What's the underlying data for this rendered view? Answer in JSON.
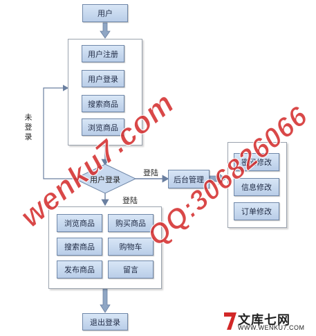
{
  "nodes": {
    "user": "用户",
    "register": "用户注册",
    "user_login": "用户登录",
    "search_top": "搜索商品",
    "browse_top": "浏览商品",
    "decision": "用户登录",
    "backend": "后台管理",
    "pwd_change": "密码修改",
    "info_change": "信息修改",
    "order_change": "订单修改",
    "browse": "浏览商品",
    "buy": "购买商品",
    "search": "搜索商品",
    "cart": "购物车",
    "publish": "发布商品",
    "message": "留言",
    "logout": "退出登录"
  },
  "labels": {
    "not_logged_in": "未登录",
    "login_right": "登陆",
    "login_down": "登陆"
  },
  "watermark": {
    "site": "wenku7.com",
    "qq": "QQ:306826066"
  },
  "brand": {
    "name": "文库七网",
    "url": "WWW.WENKU7.COM"
  },
  "colors": {
    "node_fill": "#c8d9ef",
    "node_border": "#6f87a8",
    "arrow": "#6a7fa0",
    "watermark": "#d22828"
  }
}
